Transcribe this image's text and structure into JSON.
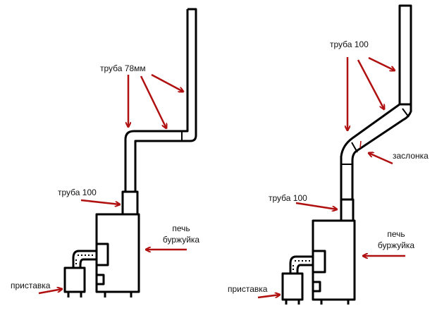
{
  "colors": {
    "line": "#000000",
    "arrow": "#b01010"
  },
  "left": {
    "pipe_top_label": "труба 78мм",
    "pipe_bottom_label": "труба 100",
    "stove_label_line1": "печь",
    "stove_label_line2": "буржуйка",
    "attachment_label": "приставка"
  },
  "right": {
    "pipe_top_label": "труба 100",
    "damper_label": "заслонка",
    "pipe_bottom_label": "труба 100",
    "stove_label_line1": "печь",
    "stove_label_line2": "буржуйка",
    "attachment_label": "приставка"
  }
}
